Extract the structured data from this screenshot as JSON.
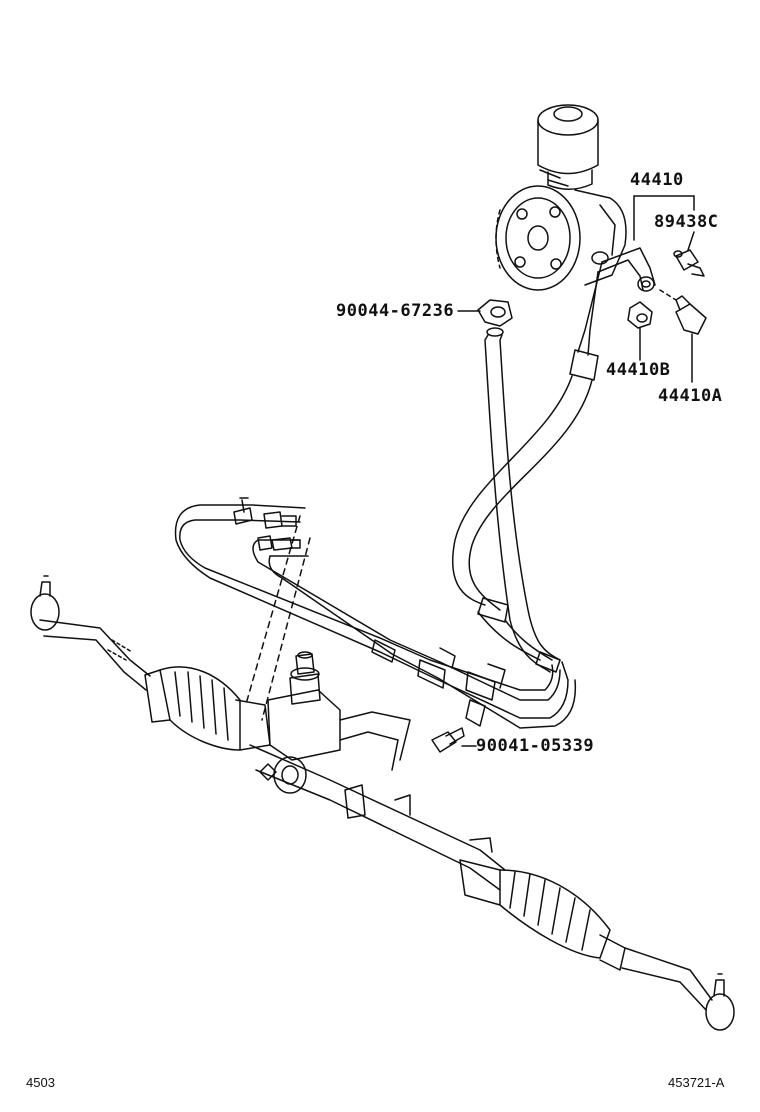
{
  "diagram": {
    "callouts": {
      "c44410": "44410",
      "c89438c": "89438C",
      "c90044": "90044-67236",
      "c44410b": "44410B",
      "c44410a": "44410A",
      "c90041": "90041-05339"
    },
    "footer": {
      "left_code": "4503",
      "right_code": "453721-A"
    }
  },
  "colors": {
    "line": "#111111",
    "background": "#ffffff"
  }
}
